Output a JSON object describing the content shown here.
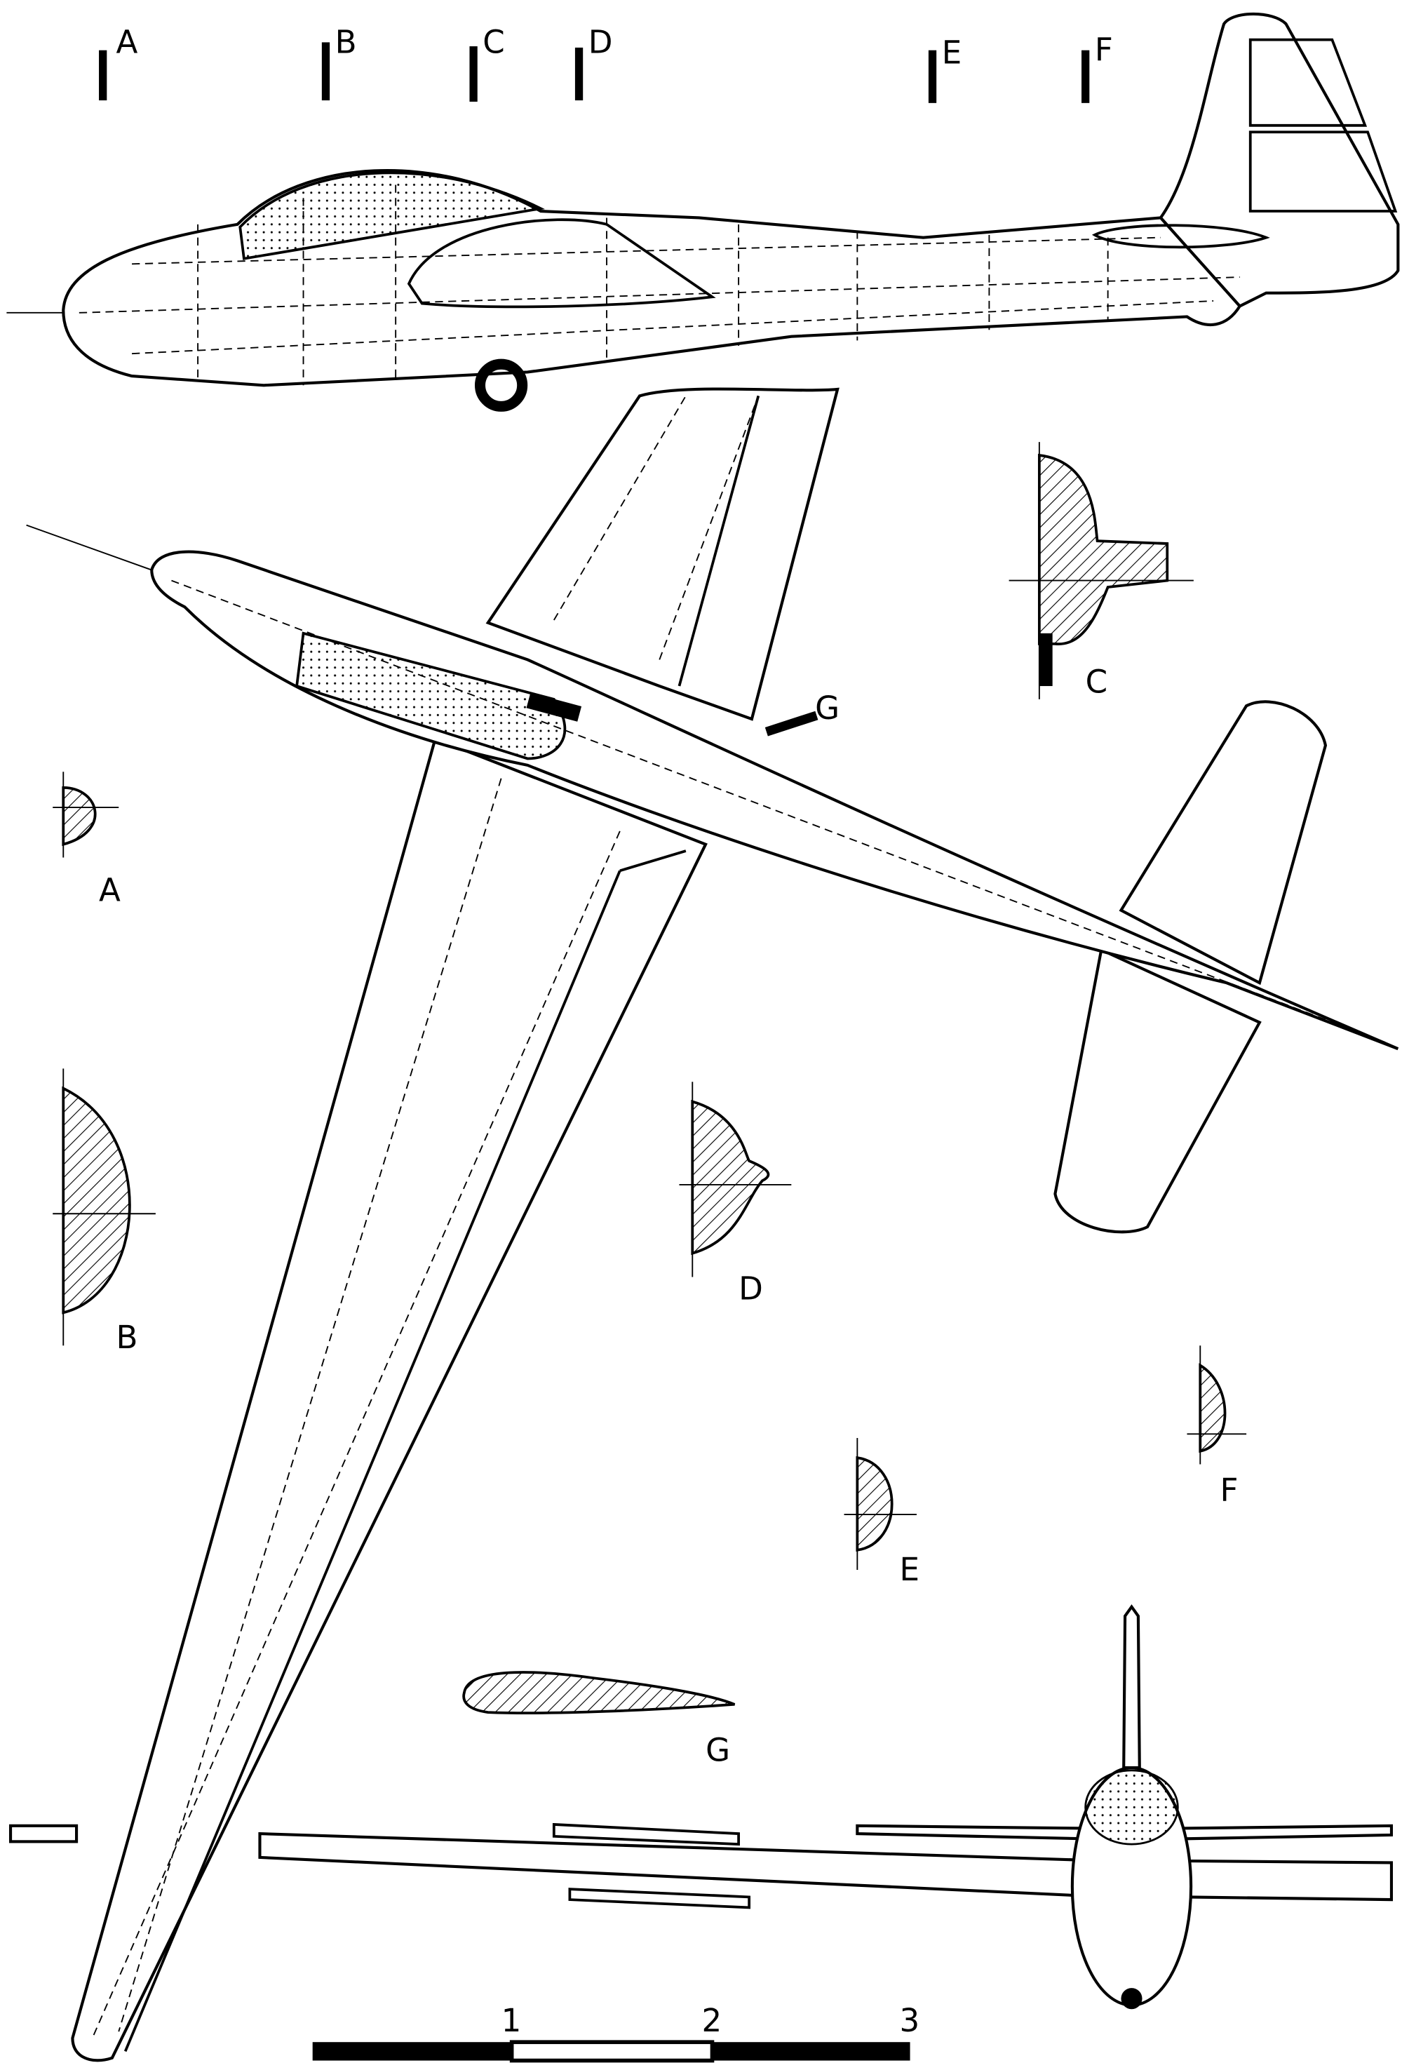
{
  "section_markers": [
    "A",
    "B",
    "C",
    "D",
    "E",
    "F"
  ],
  "section_labels": {
    "A": "A",
    "B": "B",
    "C": "C",
    "D": "D",
    "E": "E",
    "F": "F",
    "G": "G"
  },
  "wing_section_marker": "G",
  "scale_bar": {
    "ticks": [
      "1",
      "2",
      "3"
    ]
  },
  "colors": {
    "ink": "#000000",
    "paper": "#ffffff"
  }
}
